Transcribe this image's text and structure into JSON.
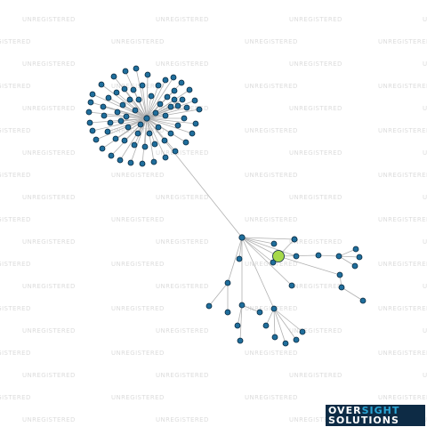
{
  "watermark": {
    "text": "UNREGISTERED",
    "color": "#dcdcdc"
  },
  "logo": {
    "word1": "OVER",
    "word2": "SIGHT",
    "word3": "SOLUTIONS",
    "background": "#0d2b45",
    "accent": "#2aa6d6"
  },
  "graph": {
    "node_color": "#1f6e9c",
    "highlight_color": "#a6d94a",
    "edge_color": "#b0b0b0",
    "focus_node": "green"
  }
}
